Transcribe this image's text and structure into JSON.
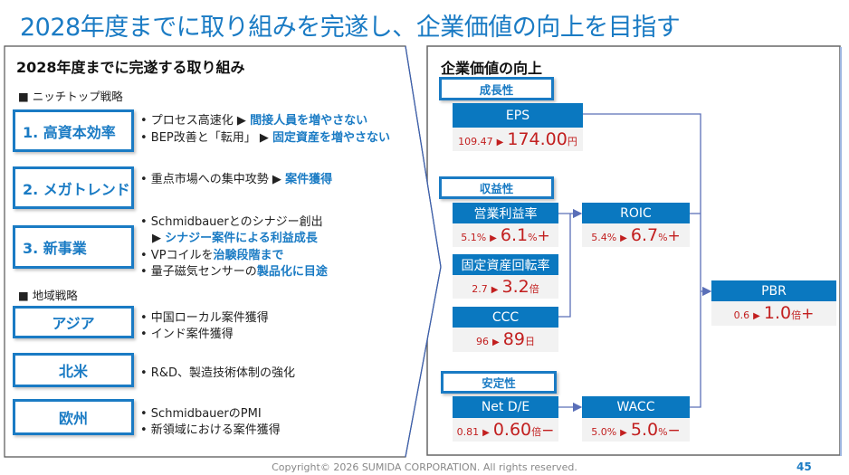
{
  "title": "2028年度までに取り組みを完遂し、企業価値の向上を目指す",
  "left": {
    "heading": "2028年度までに完遂する取り組み",
    "section1": "■ ニッチトップ戦略",
    "section2": "■ 地域戦略",
    "strategies": [
      {
        "label": "1. 高資本効率",
        "bullets": [
          {
            "text": "• プロセス高速化 ▶ ",
            "hl": "間接人員を増やさない"
          },
          {
            "text": "• BEP改善と「転用」 ▶ ",
            "hl": "固定資産を増やさない"
          }
        ]
      },
      {
        "label": "2. メガトレンド",
        "bullets": [
          {
            "text": "• 重点市場への集中攻勢 ▶ ",
            "hl": "案件獲得"
          }
        ]
      },
      {
        "label": "3. 新事業",
        "bullets": [
          {
            "text": "• Schmidbauerとのシナジー創出",
            "hl": ""
          },
          {
            "text": "　▶ ",
            "hl": "シナジー案件による利益成長"
          },
          {
            "text": "• VPコイルを",
            "hl": "治験段階まで"
          },
          {
            "text": "• 量子磁気センサーの",
            "hl": "製品化に目途"
          }
        ]
      }
    ],
    "regions": [
      {
        "label": "アジア",
        "bullets": [
          "• 中国ローカル案件獲得",
          "• インド案件獲得"
        ]
      },
      {
        "label": "北米",
        "bullets": [
          "• R&D、製造技術体制の強化"
        ]
      },
      {
        "label": "欧州",
        "bullets": [
          "• SchmidbauerのPMI",
          "• 新領域における案件獲得"
        ]
      }
    ]
  },
  "right": {
    "heading": "企業価値の向上",
    "categories": [
      "成長性",
      "収益性",
      "安定性"
    ],
    "arrow": "▶",
    "metrics": {
      "eps": {
        "name": "EPS",
        "from": "109.47",
        "to": "174.00",
        "unit": "円",
        "sign": ""
      },
      "opm": {
        "name": "営業利益率",
        "from": "5.1%",
        "to": "6.1",
        "unit": "%",
        "sign": "+"
      },
      "fat": {
        "name": "固定資産回転率",
        "from": "2.7",
        "to": "3.2",
        "unit": "倍",
        "sign": ""
      },
      "ccc": {
        "name": "CCC",
        "from": "96",
        "to": "89",
        "unit": "日",
        "sign": ""
      },
      "roic": {
        "name": "ROIC",
        "from": "5.4%",
        "to": "6.7",
        "unit": "%",
        "sign": "+"
      },
      "pbr": {
        "name": "PBR",
        "from": "0.6",
        "to": "1.0",
        "unit": "倍",
        "sign": "+"
      },
      "nde": {
        "name": "Net D/E",
        "from": "0.81",
        "to": "0.60",
        "unit": "倍",
        "sign": "−"
      },
      "wacc": {
        "name": "WACC",
        "from": "5.0%",
        "to": "5.0",
        "unit": "%",
        "sign": "−"
      }
    }
  },
  "footer": {
    "copyright": "Copyright© 2026 SUMIDA CORPORATION. All rights reserved.",
    "page": "45"
  }
}
